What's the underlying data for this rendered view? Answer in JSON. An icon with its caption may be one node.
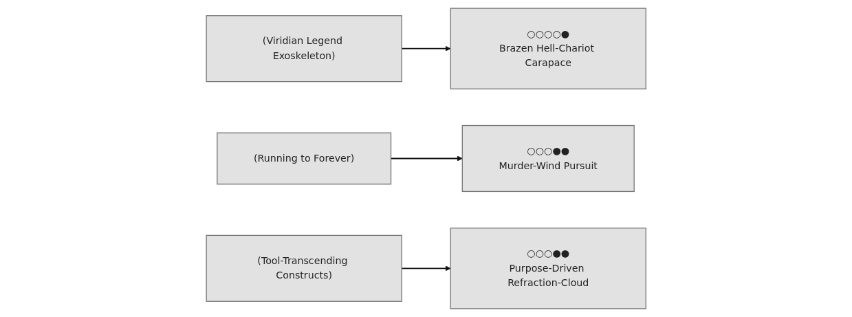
{
  "diagram": {
    "nodes": [
      {
        "text": [
          "(Viridian Legend Exoskeleton)"
        ]
      },
      {
        "text": [
          "○○○○●",
          "Brazen Hell-Chariot Carapace"
        ]
      },
      {
        "text": [
          "(Running to Forever)"
        ]
      },
      {
        "text": [
          "(Tool-Transcending Constructs)"
        ]
      },
      {
        "text": [
          "○○○●●",
          "Purpose-Driven Refraction-Cloud"
        ]
      },
      {
        "text": [
          "○○○●●",
          "Murder-Wind Pursuit"
        ]
      }
    ],
    "edges": [
      {
        "from": 0,
        "to": 1,
        "arrow": "to"
      },
      {
        "from": 2,
        "to": 5,
        "arrow": "to"
      },
      {
        "from": 3,
        "to": 4,
        "arrow": "to"
      }
    ]
  }
}
